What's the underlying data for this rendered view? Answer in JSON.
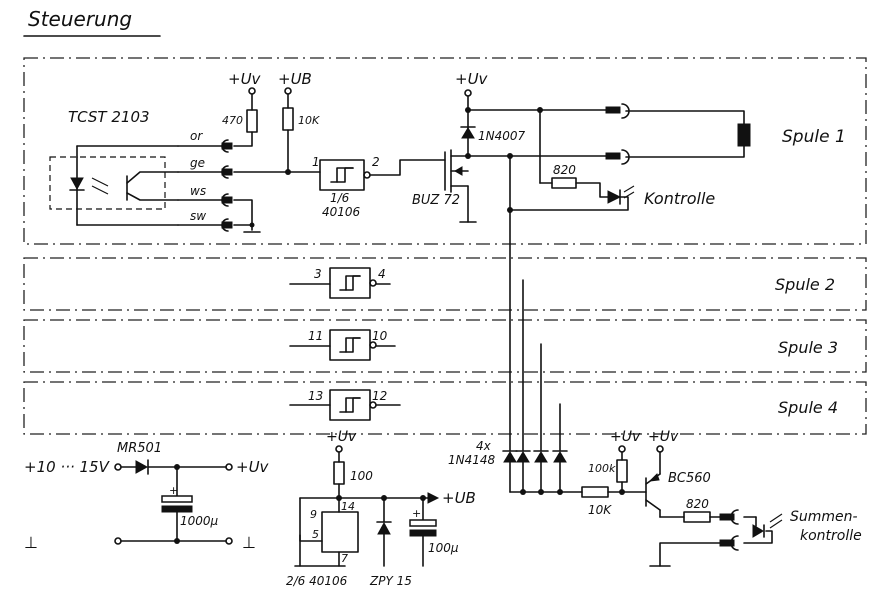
{
  "title": "Steuerung",
  "sensor": {
    "name": "TCST 2103",
    "pins": [
      "or",
      "ge",
      "ws",
      "sw"
    ]
  },
  "supply": {
    "uv": "+Uv",
    "ub": "+UB"
  },
  "resistors": {
    "r470": "470",
    "r10k_top": "10K",
    "r820_ctrl": "820",
    "r100": "100",
    "r100k": "100k",
    "r10k_base": "10K",
    "r820_sum": "820"
  },
  "gate": {
    "pin_in": "1",
    "pin_out": "2",
    "fraction": "1/6",
    "ic": "40106"
  },
  "diode_main": "1N4007",
  "mosfet": "BUZ 72",
  "coil": "Spule 1",
  "led_label": "Kontrolle",
  "sections": [
    {
      "label": "Spule 2",
      "pin_in": "3",
      "pin_out": "4"
    },
    {
      "label": "Spule 3",
      "pin_in": "11",
      "pin_out": "10"
    },
    {
      "label": "Spule 4",
      "pin_in": "13",
      "pin_out": "12"
    }
  ],
  "supply_section": {
    "input": "+10 ··· 15V",
    "diode": "MR501",
    "out": "+Uv",
    "cap": "1000µ",
    "gnd": "⊥"
  },
  "regulator": {
    "pin9": "9",
    "pin5": "5",
    "pin14": "14",
    "pin7": "7",
    "label": "2/6  40106",
    "zener": "ZPY 15",
    "cap": "100µ",
    "out": "+UB"
  },
  "sum_section": {
    "diodes_count": "4x",
    "diodes_type": "1N4148",
    "transistor": "BC560",
    "label_line1": "Summen-",
    "label_line2": "kontrolle"
  }
}
